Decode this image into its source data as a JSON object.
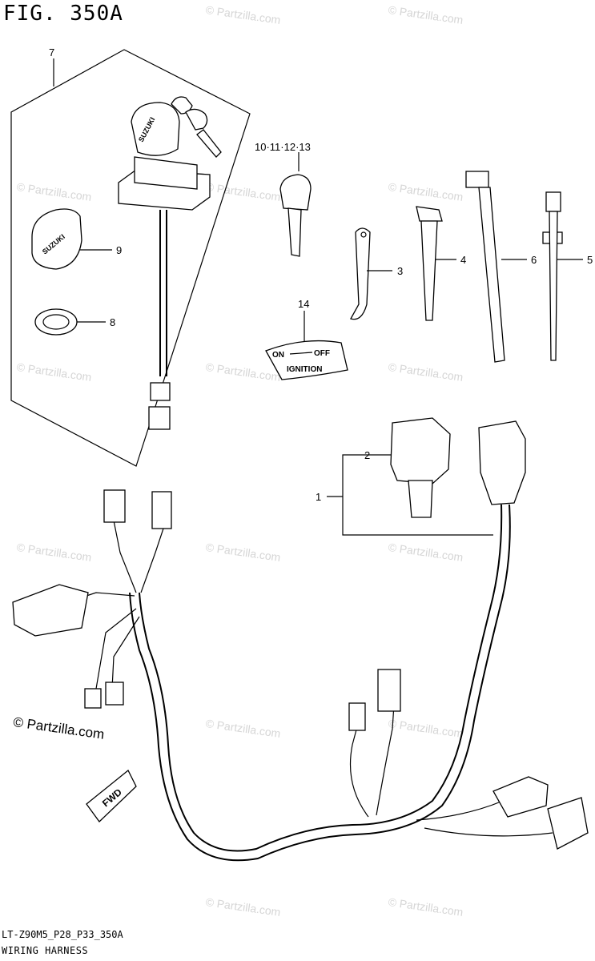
{
  "figure": {
    "title": "FIG. 350A",
    "code": "LT-Z90M5_P28_P33_350A",
    "name": "WIRING HARNESS"
  },
  "copyright": "© Partzilla.com",
  "watermark": "© Partzilla.com",
  "callouts": {
    "c1": "1",
    "c2": "2",
    "c3": "3",
    "c4": "4",
    "c5": "5",
    "c6": "6",
    "c7": "7",
    "c8": "8",
    "c9": "9",
    "c10": "10·11·12·13",
    "c14": "14"
  },
  "labels": {
    "switch_on": "ON",
    "switch_off": "OFF",
    "switch_ignition": "IGNITION",
    "fwd": "FWD",
    "key_brand": "SUZUKI",
    "cap_brand": "SUZUKI"
  }
}
